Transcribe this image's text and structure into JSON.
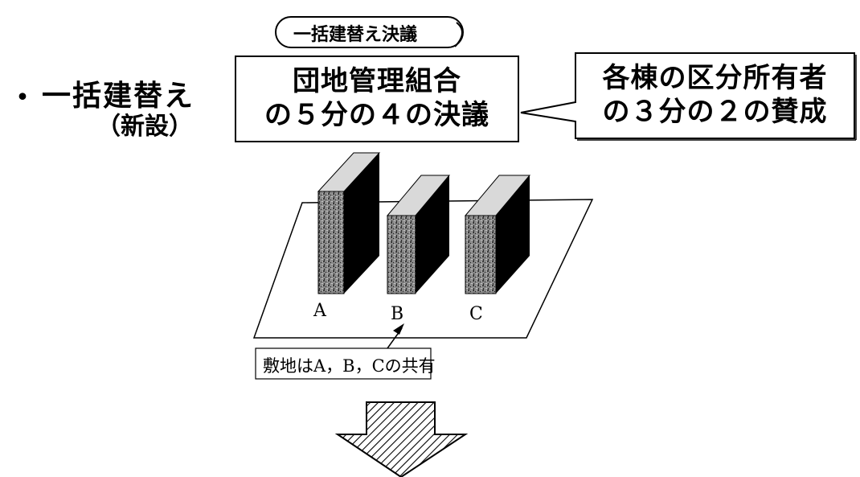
{
  "resolution_pill": {
    "label": "一括建替え決議"
  },
  "heading": {
    "bullet": "・",
    "title": "一括建替え",
    "subtitle": "（新設）"
  },
  "main_box": {
    "line1": "団地管理組合",
    "line2": "の５分の４の決議"
  },
  "callout": {
    "line1": "各棟の区分所有者",
    "line2": "の３分の２の賛成"
  },
  "buildings": [
    {
      "label": "A"
    },
    {
      "label": "B"
    },
    {
      "label": "C"
    }
  ],
  "site_note": {
    "label": "敷地はA，B，Cの共有"
  },
  "arrow": {
    "direction": "down",
    "fill": "hatched"
  }
}
